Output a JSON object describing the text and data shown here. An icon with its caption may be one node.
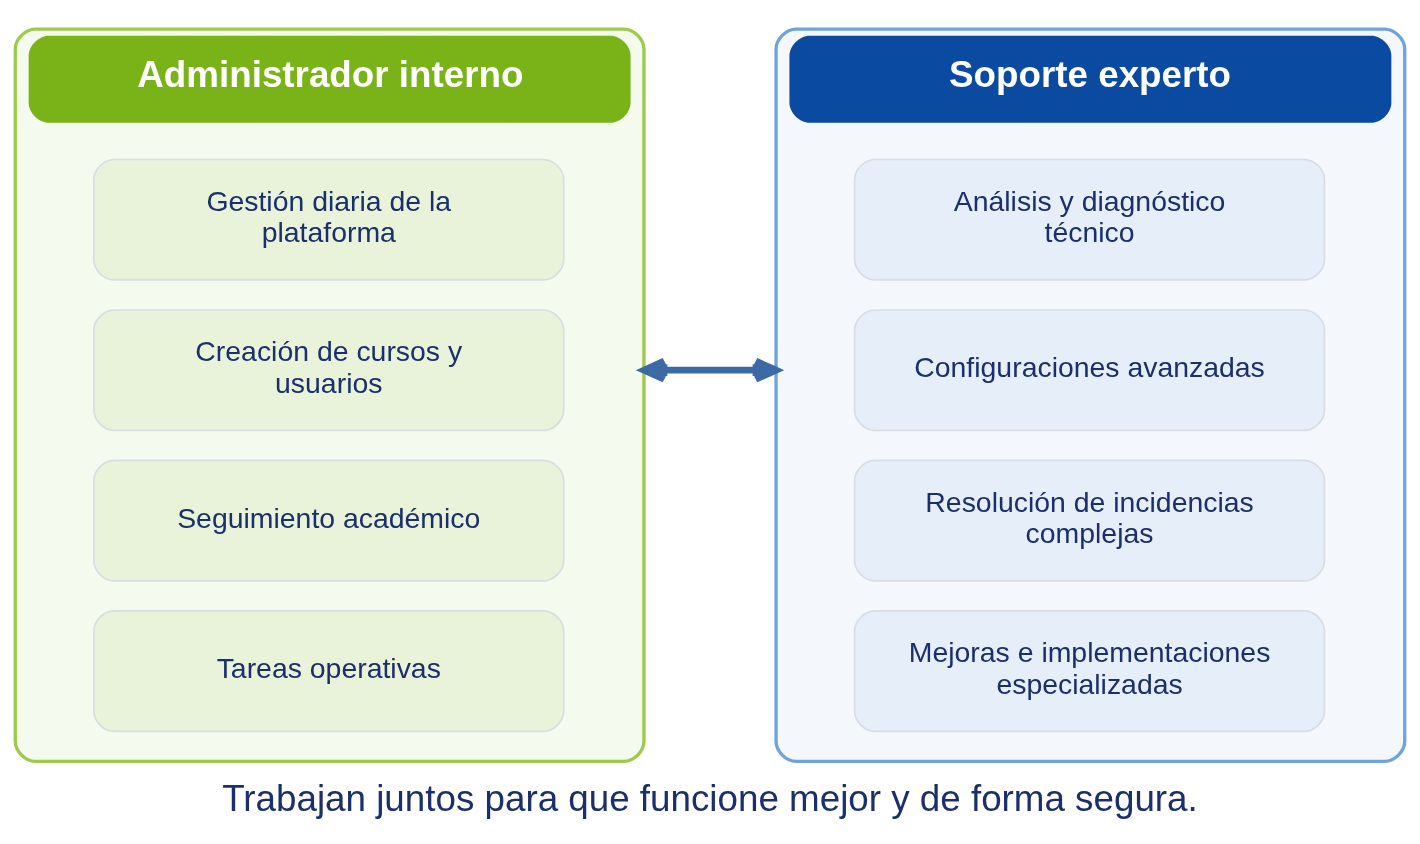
{
  "diagram": {
    "caption": "Trabajan juntos para que funcione mejor y de forma segura.",
    "nodes": [
      {
        "text": [
          "Administrador interno"
        ]
      },
      {
        "text": [
          "Gestión diaria de la plataforma"
        ],
        "in": 0
      },
      {
        "text": [
          "Creación de cursos y usuarios"
        ],
        "in": 0
      },
      {
        "text": [
          "Seguimiento académico"
        ],
        "in": 0
      },
      {
        "text": [
          "Tareas operativas"
        ],
        "in": 0
      },
      {
        "text": [
          "Soporte experto"
        ]
      },
      {
        "text": [
          "Análisis y diagnóstico técnico"
        ],
        "in": 5
      },
      {
        "text": [
          "Configuraciones avanzadas"
        ],
        "in": 5
      },
      {
        "text": [
          "Resolución de incidencias complejas"
        ],
        "in": 5
      },
      {
        "text": [
          "Mejoras e implementaciones especializadas"
        ],
        "in": 5
      }
    ],
    "edges": [
      {
        "from": 0,
        "to": 5,
        "arrow": "both"
      }
    ]
  }
}
